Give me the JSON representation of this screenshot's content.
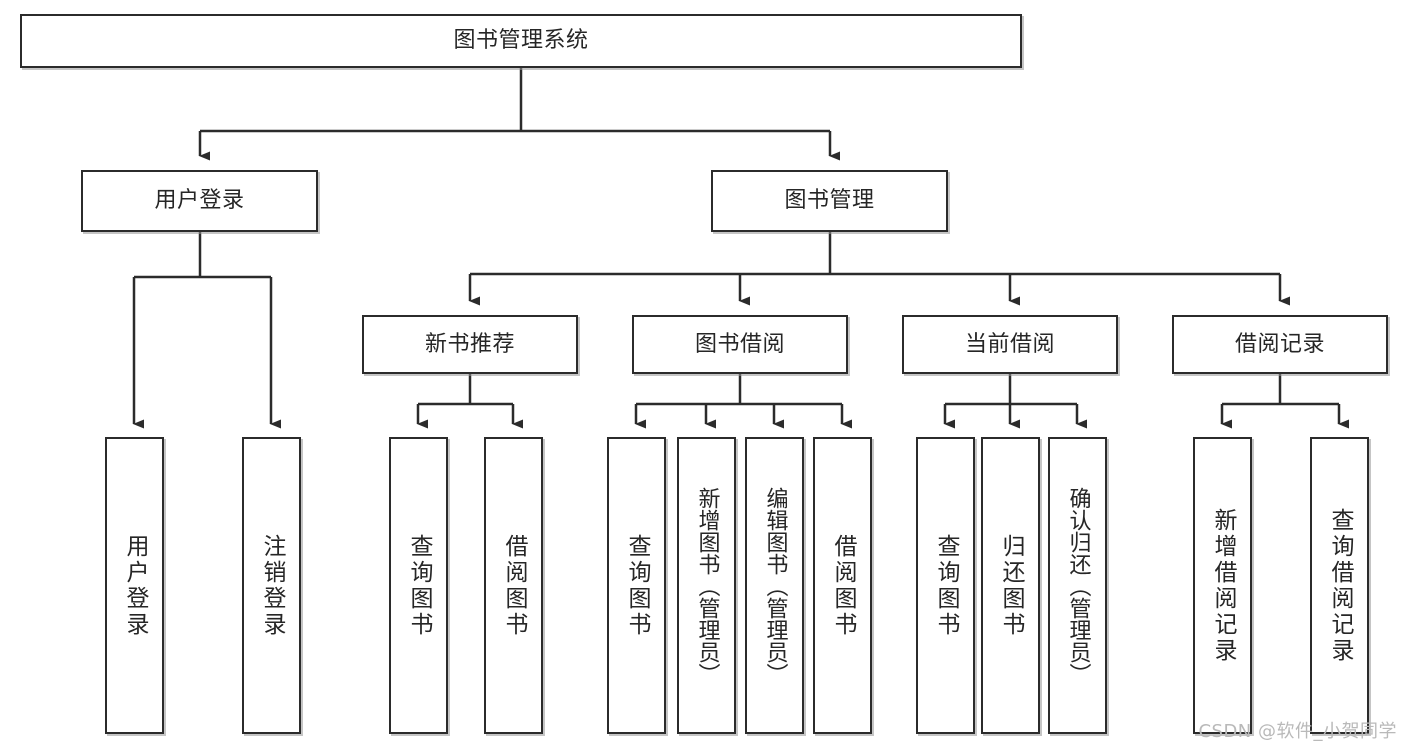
{
  "diagram": {
    "title": "图书管理系统",
    "type": "tree-hierarchy",
    "watermark": "CSDN @软件_小贺同学",
    "colors": {
      "box_border": "#2b2b2b",
      "box_fill": "#ffffff",
      "edge": "#2b2b2b",
      "text": "#262626",
      "watermark": "#b9b9b9",
      "background": "#ffffff"
    },
    "nodes": {
      "root": {
        "label": "图书管理系统"
      },
      "level1": [
        {
          "label": "用户登录"
        },
        {
          "label": "图书管理"
        }
      ],
      "level2": [
        {
          "label": "新书推荐"
        },
        {
          "label": "图书借阅"
        },
        {
          "label": "当前借阅"
        },
        {
          "label": "借阅记录"
        }
      ],
      "leaves": {
        "user_login": [
          {
            "label": "用户登录"
          },
          {
            "label": "注销登录"
          }
        ],
        "new_book_recommend": [
          {
            "label": "查询图书"
          },
          {
            "label": "借阅图书"
          }
        ],
        "book_borrow": [
          {
            "label": "查询图书"
          },
          {
            "label": "新增图书（管理员）"
          },
          {
            "label": "编辑图书（管理员）"
          },
          {
            "label": "借阅图书"
          }
        ],
        "current_borrow": [
          {
            "label": "查询图书"
          },
          {
            "label": "归还图书"
          },
          {
            "label": "确认归还（管理员）"
          }
        ],
        "borrow_record": [
          {
            "label": "新增借阅记录"
          },
          {
            "label": "查询借阅记录"
          }
        ]
      }
    }
  }
}
